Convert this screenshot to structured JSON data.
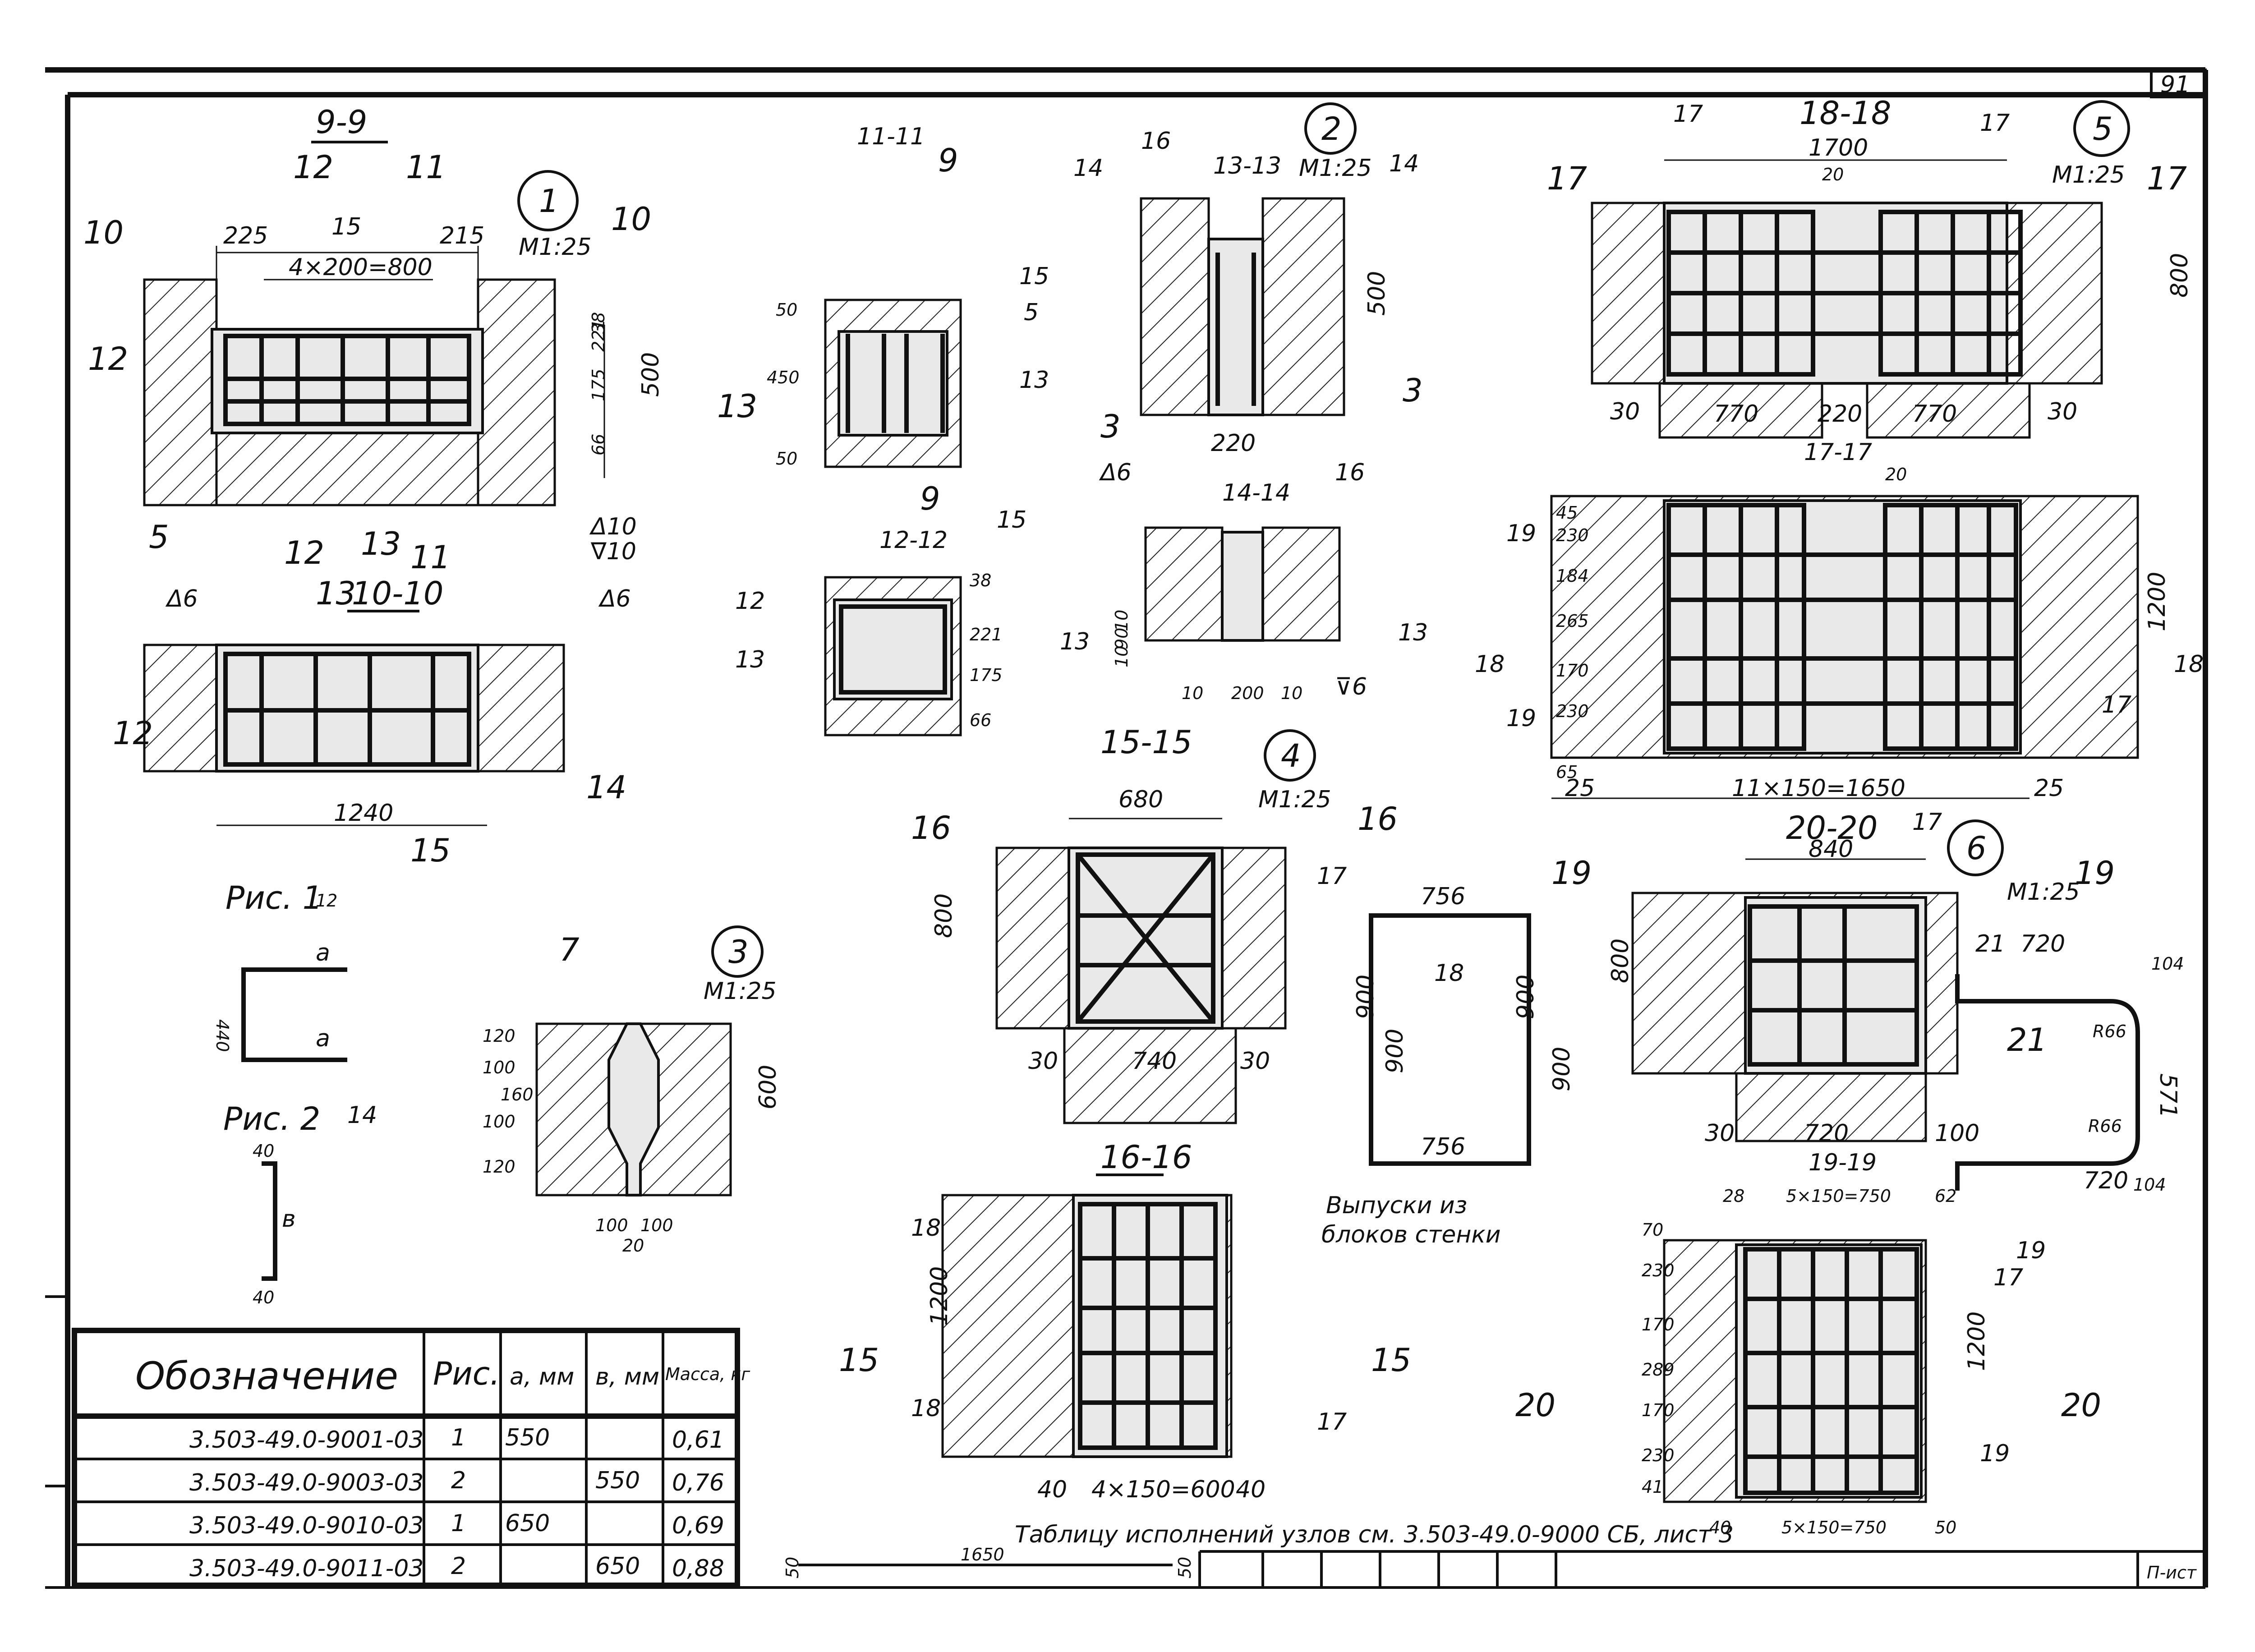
{
  "sheet": {
    "number": "91",
    "stamp": "П-ист",
    "note": "Таблицу исполнений узлов см. 3.503-49.0-9000 СБ, лист 3"
  },
  "nodes": [
    {
      "id": "1",
      "scale": "М1:25"
    },
    {
      "id": "2",
      "scale": "М1:25"
    },
    {
      "id": "3",
      "scale": "М1:25"
    },
    {
      "id": "4",
      "scale": "М1:25"
    },
    {
      "id": "5",
      "scale": "М1:25"
    },
    {
      "id": "6",
      "scale": "М1:25"
    }
  ],
  "sections": {
    "s9": "9-9",
    "s10": "10-10",
    "s11": "11-11",
    "s12": "12-12",
    "s13": "13-13",
    "s14": "14-14",
    "s15": "15-15",
    "s16": "16-16",
    "s17": "17-17",
    "s18": "18-18",
    "s19": "19-19",
    "s20": "20-20"
  },
  "dims": {
    "s9": {
      "left": "225",
      "mid": "4×200=800",
      "right": "215",
      "top": "15",
      "h1": "38",
      "h2": "221",
      "h3": "175",
      "h4": "66",
      "total": "500"
    },
    "s10": {
      "width": "1240"
    },
    "s11": {
      "top": "50",
      "mid": "450",
      "bot": "50"
    },
    "s12": {
      "h1": "38",
      "h2": "221",
      "h3": "175",
      "h4": "66"
    },
    "s13": {
      "height": "500",
      "width": "220"
    },
    "s14": {
      "w1": "10",
      "w2": "200",
      "w3": "10",
      "h1": "10",
      "h2": "90",
      "h3": "10"
    },
    "s15": {
      "top": "680",
      "height": "800",
      "bot": "740",
      "side_l": "30",
      "side_r": "30"
    },
    "s16": {
      "height": "1200",
      "grid": "4×150=600",
      "left": "40",
      "right": "40"
    },
    "s17": {
      "grid": "11×150=1650",
      "left": "25",
      "right": "25",
      "v1": "45",
      "v2": "230",
      "v3": "184",
      "v4": "265",
      "v5": "170",
      "v6": "230",
      "v7": "65",
      "height": "1200"
    },
    "s18": {
      "top": "1700",
      "gap": "20",
      "height": "800",
      "bl": "30",
      "b1": "770",
      "b2": "220",
      "b3": "770",
      "br": "30"
    },
    "s19": {
      "top_l": "28",
      "grid_top": "5×150=750",
      "top_r": "62",
      "grid_bot": "5×150=750",
      "bot_l": "40",
      "bot_r": "50",
      "v1": "70",
      "v2": "230",
      "v3": "170",
      "v4": "289",
      "v5": "170",
      "v6": "230",
      "v7": "41",
      "height": "1200"
    },
    "s20": {
      "top": "840",
      "height": "800",
      "b1": "30",
      "b2": "720",
      "b3": "100"
    },
    "node3": {
      "v1": "120",
      "v2": "100",
      "v3": "160",
      "v4": "100",
      "v5": "120",
      "total": "600",
      "b1": "100",
      "b2": "100",
      "b3": "20"
    },
    "bar18": {
      "top": "756",
      "bot": "756",
      "l1": "900",
      "l2": "900",
      "r": "900",
      "r2": "900"
    },
    "bar21": {
      "a": "720",
      "b": "720",
      "r1": "R66",
      "r2": "R66",
      "h": "571",
      "c1": "104",
      "c2": "104"
    },
    "bottom": {
      "len": "1650",
      "e1": "50",
      "e2": "50"
    }
  },
  "callouts": {
    "c5": "5",
    "c12": "12",
    "c13": "13",
    "c14": "14",
    "c15": "15",
    "c16": "16",
    "c17": "17",
    "c18": "18",
    "c19": "19",
    "c20": "20",
    "c21": "21",
    "c3": "3",
    "c7": "7",
    "c9": "9",
    "c10": "10",
    "c11": "11",
    "weld6": "Δ6",
    "weld10a": "Δ10",
    "weld10b": "∇10",
    "weld6b": "⊽6",
    "releases": "Выпуски из",
    "releases2": "блоков стенки"
  },
  "figures": {
    "fig1": {
      "label": "Рис. 1",
      "num": "12",
      "a": "a",
      "a2": "a",
      "h": "440"
    },
    "fig2": {
      "label": "Рис. 2",
      "num": "14",
      "t": "40",
      "b": "40",
      "mid": "в"
    }
  },
  "table": {
    "headers": [
      "Обозначение",
      "Рис.",
      "а, мм",
      "в, мм",
      "Масса, кг"
    ],
    "rows": [
      [
        "3.503-49.0-9001-03",
        "1",
        "550",
        "",
        "0,61"
      ],
      [
        "3.503-49.0-9003-03",
        "2",
        "",
        "550",
        "0,76"
      ],
      [
        "3.503-49.0-9010-03",
        "1",
        "650",
        "",
        "0,69"
      ],
      [
        "3.503-49.0-9011-03",
        "2",
        "",
        "650",
        "0,88"
      ]
    ]
  }
}
